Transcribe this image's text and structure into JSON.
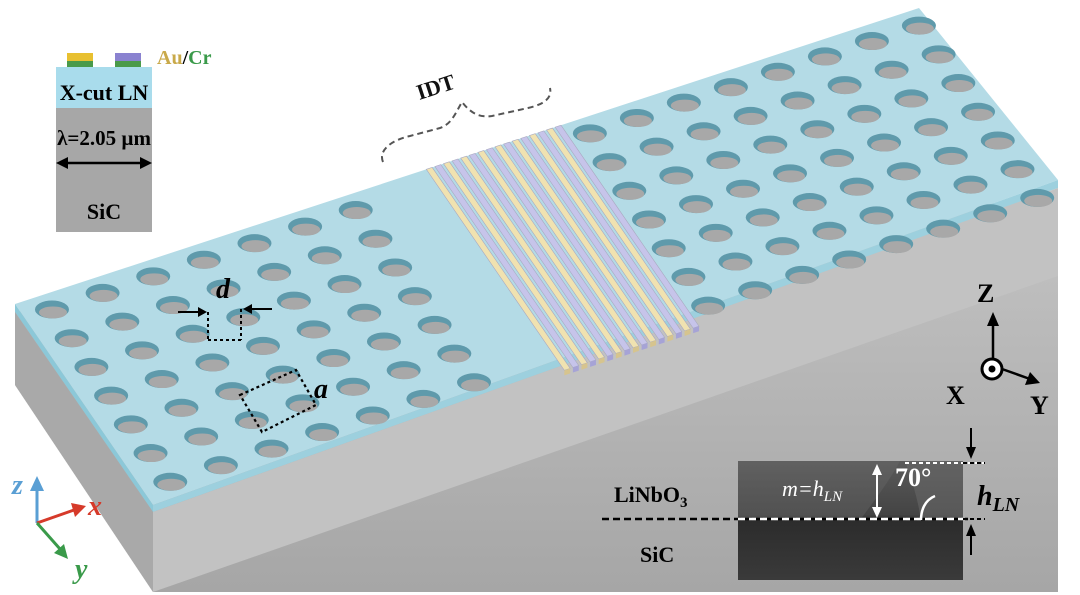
{
  "inset": {
    "metal_au": "Au",
    "metal_sep": "/",
    "metal_cr": "Cr",
    "layer_top": "X-cut LN",
    "wavelength": "λ=2.05 µm",
    "layer_bottom": "SiC"
  },
  "device": {
    "idt_label": "IDT",
    "diameter_label": "d",
    "period_label": "a"
  },
  "coord_left": {
    "z": "z",
    "x": "x",
    "y": "y"
  },
  "coord_right": {
    "z": "Z",
    "x": "X",
    "y": "Y"
  },
  "sem": {
    "material_top_main": "LiNbO",
    "material_top_sub": "3",
    "material_bottom": "SiC",
    "relation_m": "m=h",
    "relation_sub": "LN",
    "angle": "70°",
    "thickness_main": "h",
    "thickness_sub": "LN"
  },
  "colors": {
    "ln_top": "#b4dbe6",
    "ln_edge": "#8cc8d8",
    "substrate_front": "#b3b3b3",
    "substrate_side": "#8d8d8d",
    "hole_wall": "#5f9aab",
    "hole_floor": "#a8a8a8",
    "electrode_au": "#f0e2b0",
    "electrode_cr": "#c6c4ea",
    "coord_z": "#5a9fd4",
    "coord_x": "#d63a2a",
    "coord_y": "#3a9a4a",
    "metal_label_au": "#c9a94a",
    "metal_label_cr": "#3a9a4a",
    "pad_au": "#e8c030",
    "pad_cr": "#4a9a4a",
    "pad_pur": "#8a82d0"
  }
}
